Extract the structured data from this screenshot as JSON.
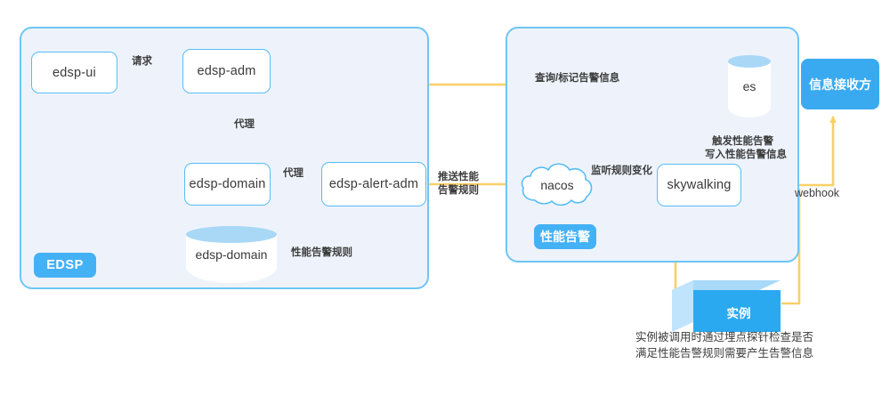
{
  "diagram": {
    "title": "EDSP performance-alert architecture",
    "colors": {
      "panel_border": "#6ec6f5",
      "panel_fill": "#eef3fb",
      "node_border": "#56bdf5",
      "accent_blue": "#45b1f5",
      "arrow_yellow": "#f9cf6a",
      "cylinder_top": "#a9d8f7",
      "instance_front": "#2aa9f0",
      "instance_side": "#a8d9f8"
    }
  },
  "panels": {
    "edsp": {
      "badge": "EDSP"
    },
    "perf": {
      "badge": "性能告警"
    }
  },
  "nodes": {
    "edsp_ui": "edsp-ui",
    "edsp_adm": "edsp-adm",
    "edsp_domain": "edsp-domain",
    "edsp_alert_adm": "edsp-alert-adm",
    "edsp_domain_db": "edsp-domain",
    "nacos": "nacos",
    "skywalking": "skywalking",
    "es": "es",
    "receiver": "信息接收方",
    "instance": "实例"
  },
  "edges": {
    "request": "请求",
    "proxy_1": "代理",
    "proxy_2": "代理",
    "perf_alert_rule": "性能告警规则",
    "push_rule_line1": "推送性能",
    "push_rule_line2": "告警规则",
    "query_mark": "查询/标记告警信息",
    "listen_rule_change": "监听规则变化",
    "trigger_line1": "触发性能告警",
    "trigger_line2": "写入性能告警信息",
    "webhook": "webhook"
  },
  "caption": {
    "line1": "实例被调用时通过埋点探针检查是否",
    "line2": "满足性能告警规则需要产生告警信息"
  }
}
